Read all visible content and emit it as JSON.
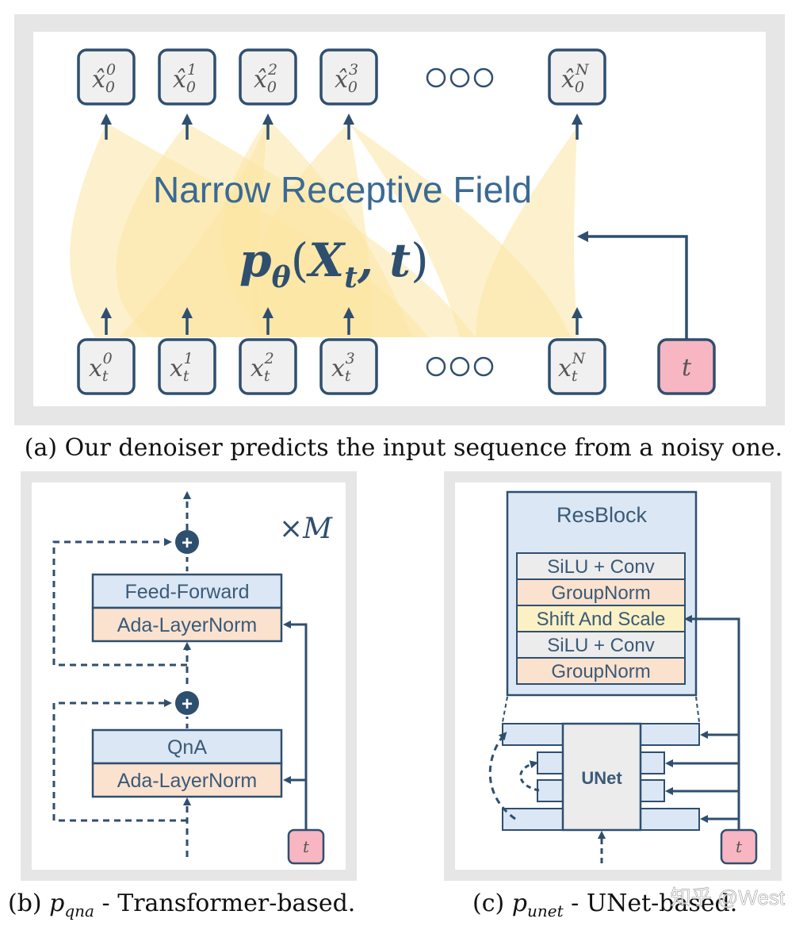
{
  "panel_a": {
    "title": "Narrow Receptive Field",
    "model": "p_θ(X_t, t)",
    "model_main": "p",
    "model_sub": "θ",
    "model_args_open": "(X",
    "model_args_sub": "t",
    "model_args_close": ", t)",
    "outputs": [
      {
        "base": "x̂",
        "sub": "0",
        "sup": "0"
      },
      {
        "base": "x̂",
        "sub": "0",
        "sup": "1"
      },
      {
        "base": "x̂",
        "sub": "0",
        "sup": "2"
      },
      {
        "base": "x̂",
        "sub": "0",
        "sup": "3"
      },
      {
        "base": "x̂",
        "sub": "0",
        "sup": "N"
      }
    ],
    "inputs": [
      {
        "base": "x",
        "sub": "t",
        "sup": "0"
      },
      {
        "base": "x",
        "sub": "t",
        "sup": "1"
      },
      {
        "base": "x",
        "sub": "t",
        "sup": "2"
      },
      {
        "base": "x",
        "sub": "t",
        "sup": "3"
      },
      {
        "base": "x",
        "sub": "t",
        "sup": "N"
      }
    ],
    "time_label": "t",
    "caption": "(a) Our denoiser predicts the input sequence from a noisy one."
  },
  "panel_b": {
    "repeat": "×M",
    "blocks": [
      {
        "top": "Feed-Forward",
        "bottom": "Ada-LayerNorm"
      },
      {
        "top": "QnA",
        "bottom": "Ada-LayerNorm"
      }
    ],
    "plus": "+",
    "time_label": "t",
    "caption_prefix": "(b) ",
    "caption_math": "p",
    "caption_sub": "qna",
    "caption_suffix": " - Transformer-based."
  },
  "panel_c": {
    "resblock_title": "ResBlock",
    "layers": [
      "SiLU + Conv",
      "GroupNorm",
      "Shift And Scale",
      "SiLU + Conv",
      "GroupNorm"
    ],
    "unet_label": "UNet",
    "time_label": "t",
    "caption_prefix": "(c) ",
    "caption_math": "p",
    "caption_sub": "unet",
    "caption_suffix": " - UNet-based."
  },
  "watermark": "知乎 @West",
  "colors": {
    "panel_bg": "#e9e9e9",
    "node_stroke": "#2f4f6f",
    "arrow": "#2f4f6f",
    "field_fill": "#fbe7a6",
    "time_fill": "#f7b6c2",
    "blue_box": "#dbe7f4",
    "peach_box": "#fbe2cf",
    "yellow_box": "#fbf1c4",
    "gray_box": "#ececec"
  }
}
